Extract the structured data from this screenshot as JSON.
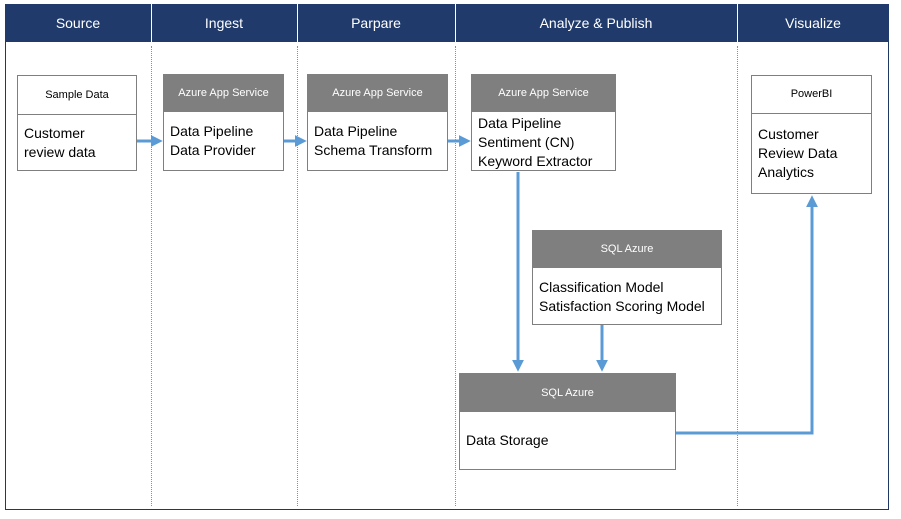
{
  "header": {
    "columns": [
      "Source",
      "Ingest",
      "Parpare",
      "Analyze & Publish",
      "Visualize"
    ]
  },
  "boxes": {
    "sample": {
      "title": "Sample Data",
      "lines": [
        "Customer",
        "review data"
      ]
    },
    "ingest": {
      "title": "Azure App Service",
      "lines": [
        "Data Pipeline",
        "Data Provider"
      ]
    },
    "prepare": {
      "title": "Azure App Service",
      "lines": [
        "Data Pipeline",
        "Schema Transform"
      ]
    },
    "analyze": {
      "title": "Azure App Service",
      "lines": [
        "Data Pipeline",
        "Sentiment (CN)",
        "Keyword Extractor"
      ]
    },
    "models": {
      "title": "SQL Azure",
      "lines": [
        "Classification Model",
        "Satisfaction Scoring Model"
      ]
    },
    "storage": {
      "title": "SQL Azure",
      "lines": [
        "Data Storage"
      ]
    },
    "powerbi": {
      "title": "PowerBI",
      "lines": [
        "Customer",
        "Review Data",
        "Analytics"
      ]
    }
  },
  "colors": {
    "header": "#1f3a6b",
    "box_header": "#7f7f7f",
    "arrow": "#5b9bd5",
    "lane": "#5b9bd5"
  }
}
